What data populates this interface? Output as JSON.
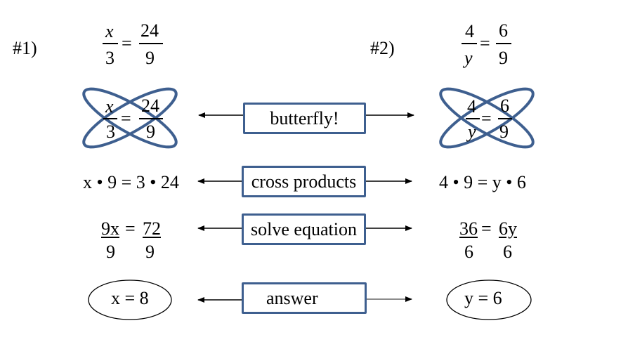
{
  "problems": [
    {
      "label": "#1)",
      "equation": {
        "left_num": "x",
        "left_den": "3",
        "equals": "=",
        "right_num": "24",
        "right_den": "9"
      },
      "cross_products": "x • 9 = 3 • 24",
      "solve": {
        "left_num": "9x",
        "left_den": "9",
        "equals": "=",
        "right_num": "72",
        "right_den": "9"
      },
      "answer": "x = 8"
    },
    {
      "label": "#2)",
      "equation": {
        "left_num": "4",
        "left_den": "y",
        "equals": "=",
        "right_num": "6",
        "right_den": "9"
      },
      "cross_products": "4 • 9 = y • 6",
      "solve": {
        "left_num": "36",
        "left_den": "6",
        "equals": "=",
        "right_num": "6y",
        "right_den": "6"
      },
      "answer": "y = 6"
    }
  ],
  "steps": [
    "butterfly!",
    "cross products",
    "solve equation",
    "answer"
  ],
  "colors": {
    "accent": "#3e5f8f",
    "line": "#000000"
  }
}
